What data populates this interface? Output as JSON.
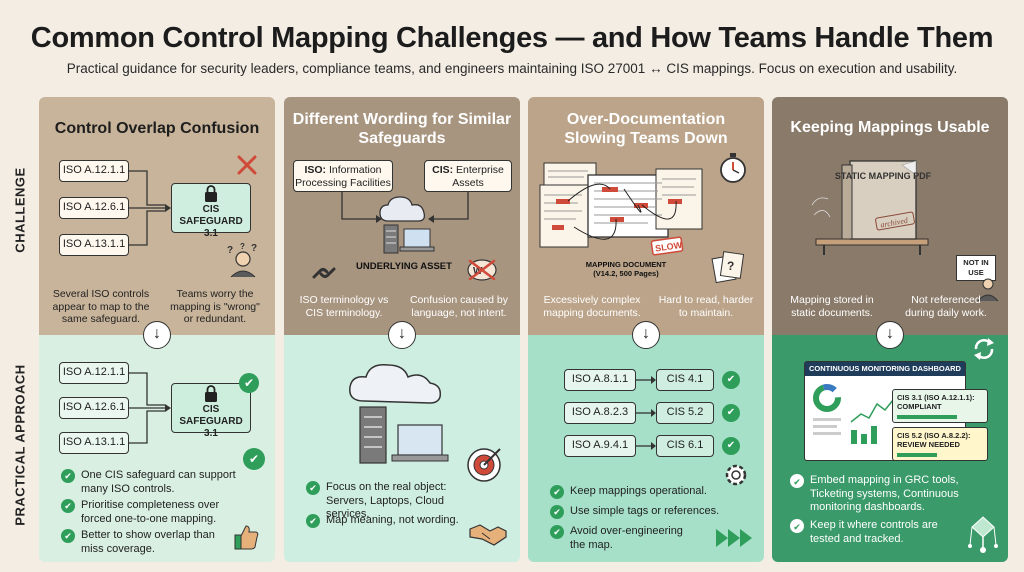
{
  "header": {
    "title": "Common Control Mapping Challenges — and How Teams Handle Them",
    "subtitle": "Practical guidance for security leaders, compliance teams, and engineers maintaining ISO 27001 ↔ CIS mappings. Focus on execution and usability."
  },
  "row_labels": {
    "challenge": "CHALLENGE",
    "approach": "PRACTICAL APPROACH"
  },
  "arrow_glyph": "↓",
  "columns": [
    {
      "title": "Control Overlap Confusion",
      "challenge": {
        "iso_boxes": [
          "ISO A.12.1.1",
          "ISO A.12.6.1",
          "ISO A.13.1.1"
        ],
        "target": "CIS SAFEGUARD 3.1",
        "caption_left": "Several ISO controls appear to map to the same safeguard.",
        "caption_right": "Teams worry the mapping is \"wrong\" or redundant."
      },
      "approach": {
        "iso_boxes": [
          "ISO A.12.1.1",
          "ISO A.12.6.1",
          "ISO A.13.1.1"
        ],
        "target": "CIS SAFEGUARD 3.1",
        "bullets": [
          "One CIS safeguard can support many ISO controls.",
          "Prioritise completeness over forced one-to-one mapping.",
          "Better to show overlap than miss coverage."
        ]
      }
    },
    {
      "title": "Different Wording for Similar Safeguards",
      "challenge": {
        "iso_label_bold": "ISO:",
        "iso_label": "Information Processing Facilities",
        "cis_label_bold": "CIS:",
        "cis_label": "Enterprise Assets",
        "asset_label": "UNDERLYING ASSET",
        "caption_left": "ISO terminology vs CIS terminology.",
        "caption_right": "Confusion caused by language, not intent."
      },
      "approach": {
        "bullets": [
          "Focus on the real object: Servers, Laptops, Cloud services.",
          "Map meaning, not wording."
        ]
      }
    },
    {
      "title": "Over-Documentation Slowing Teams Down",
      "challenge": {
        "doc_label": "MAPPING DOCUMENT",
        "doc_sub": "(V14.2, 500 Pages)",
        "slow_label": "SLOW",
        "caption_left": "Excessively complex mapping documents.",
        "caption_right": "Hard to read, harder to maintain."
      },
      "approach": {
        "pairs": [
          {
            "iso": "ISO A.8.1.1",
            "cis": "CIS 4.1"
          },
          {
            "iso": "ISO A.8.2.3",
            "cis": "CIS 5.2"
          },
          {
            "iso": "ISO A.9.4.1",
            "cis": "CIS 6.1"
          }
        ],
        "bullets": [
          "Keep mappings operational.",
          "Use simple tags or references.",
          "Avoid over-engineering the map."
        ]
      }
    },
    {
      "title": "Keeping Mappings Usable",
      "challenge": {
        "book_label": "STATIC MAPPING PDF",
        "book_stamp": "archived",
        "sign_label": "NOT IN USE",
        "caption_left": "Mapping stored in static documents.",
        "caption_right": "Not referenced during daily work."
      },
      "approach": {
        "dashboard_title": "CONTINUOUS MONITORING DASHBOARD",
        "card1": "CIS 3.1 (ISO A.12.1.1): COMPLIANT",
        "card2": "CIS 5.2 (ISO A.8.2.2): REVIEW NEEDED",
        "bullets": [
          "Embed mapping in GRC tools, Ticketing systems, Continuous monitoring dashboards.",
          "Keep it where controls are tested and tracked."
        ]
      }
    }
  ],
  "colors": {
    "check_green": "#2e9e5a",
    "alert_red": "#d04a3a"
  }
}
